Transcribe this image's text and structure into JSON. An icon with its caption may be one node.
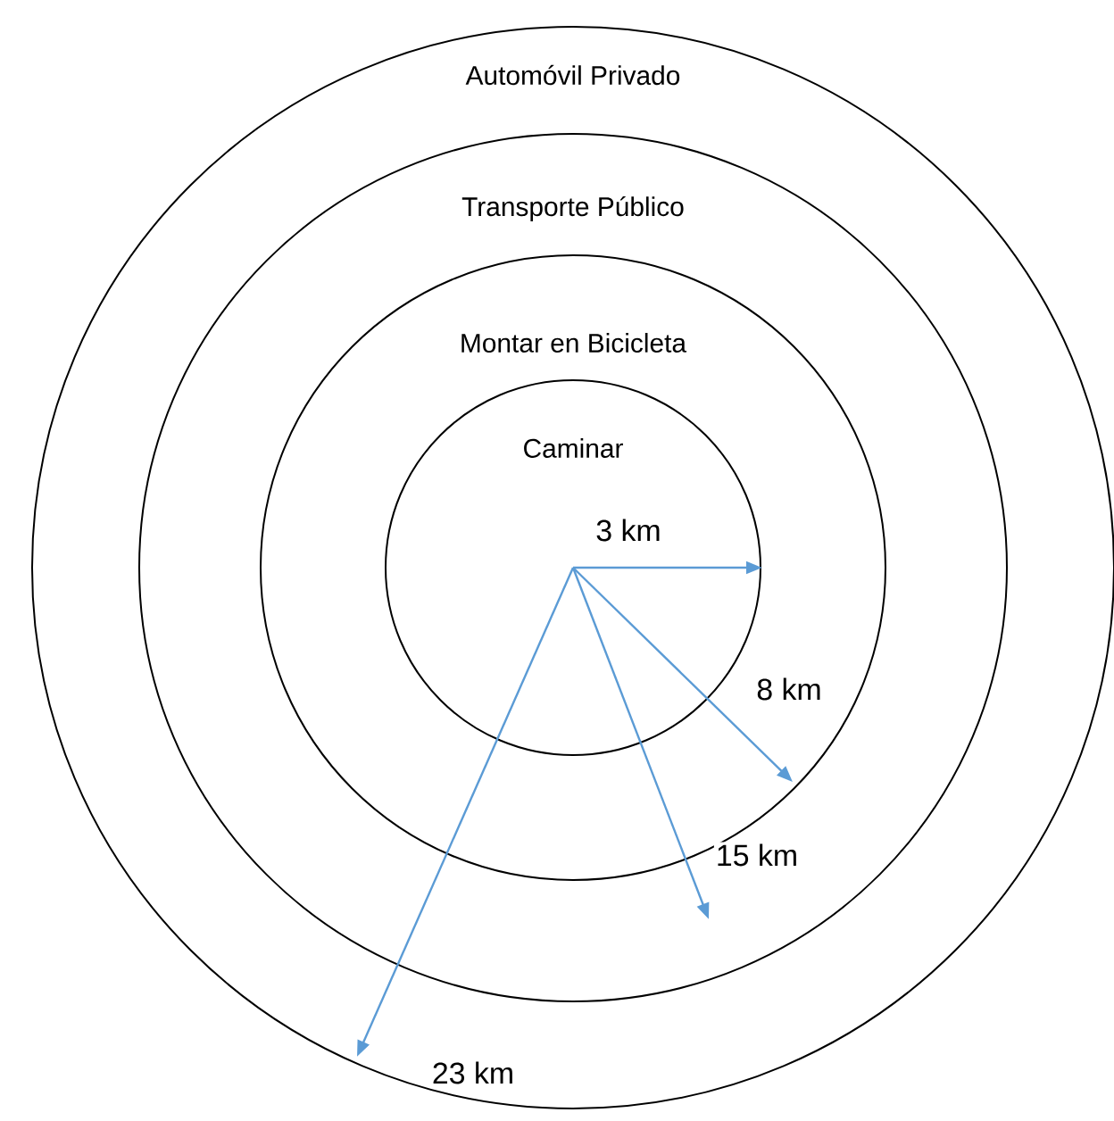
{
  "diagram": {
    "nodes": [
      {
        "text": [
          "Automóvil Privado"
        ]
      },
      {
        "text": [
          "Transporte Público"
        ],
        "in": 0
      },
      {
        "text": [
          "Montar en Bicicleta"
        ],
        "in": 1
      },
      {
        "text": [
          "Caminar"
        ],
        "in": 2
      }
    ],
    "labels": [
      "3 km",
      "8 km",
      "15 km",
      "23 km"
    ]
  }
}
